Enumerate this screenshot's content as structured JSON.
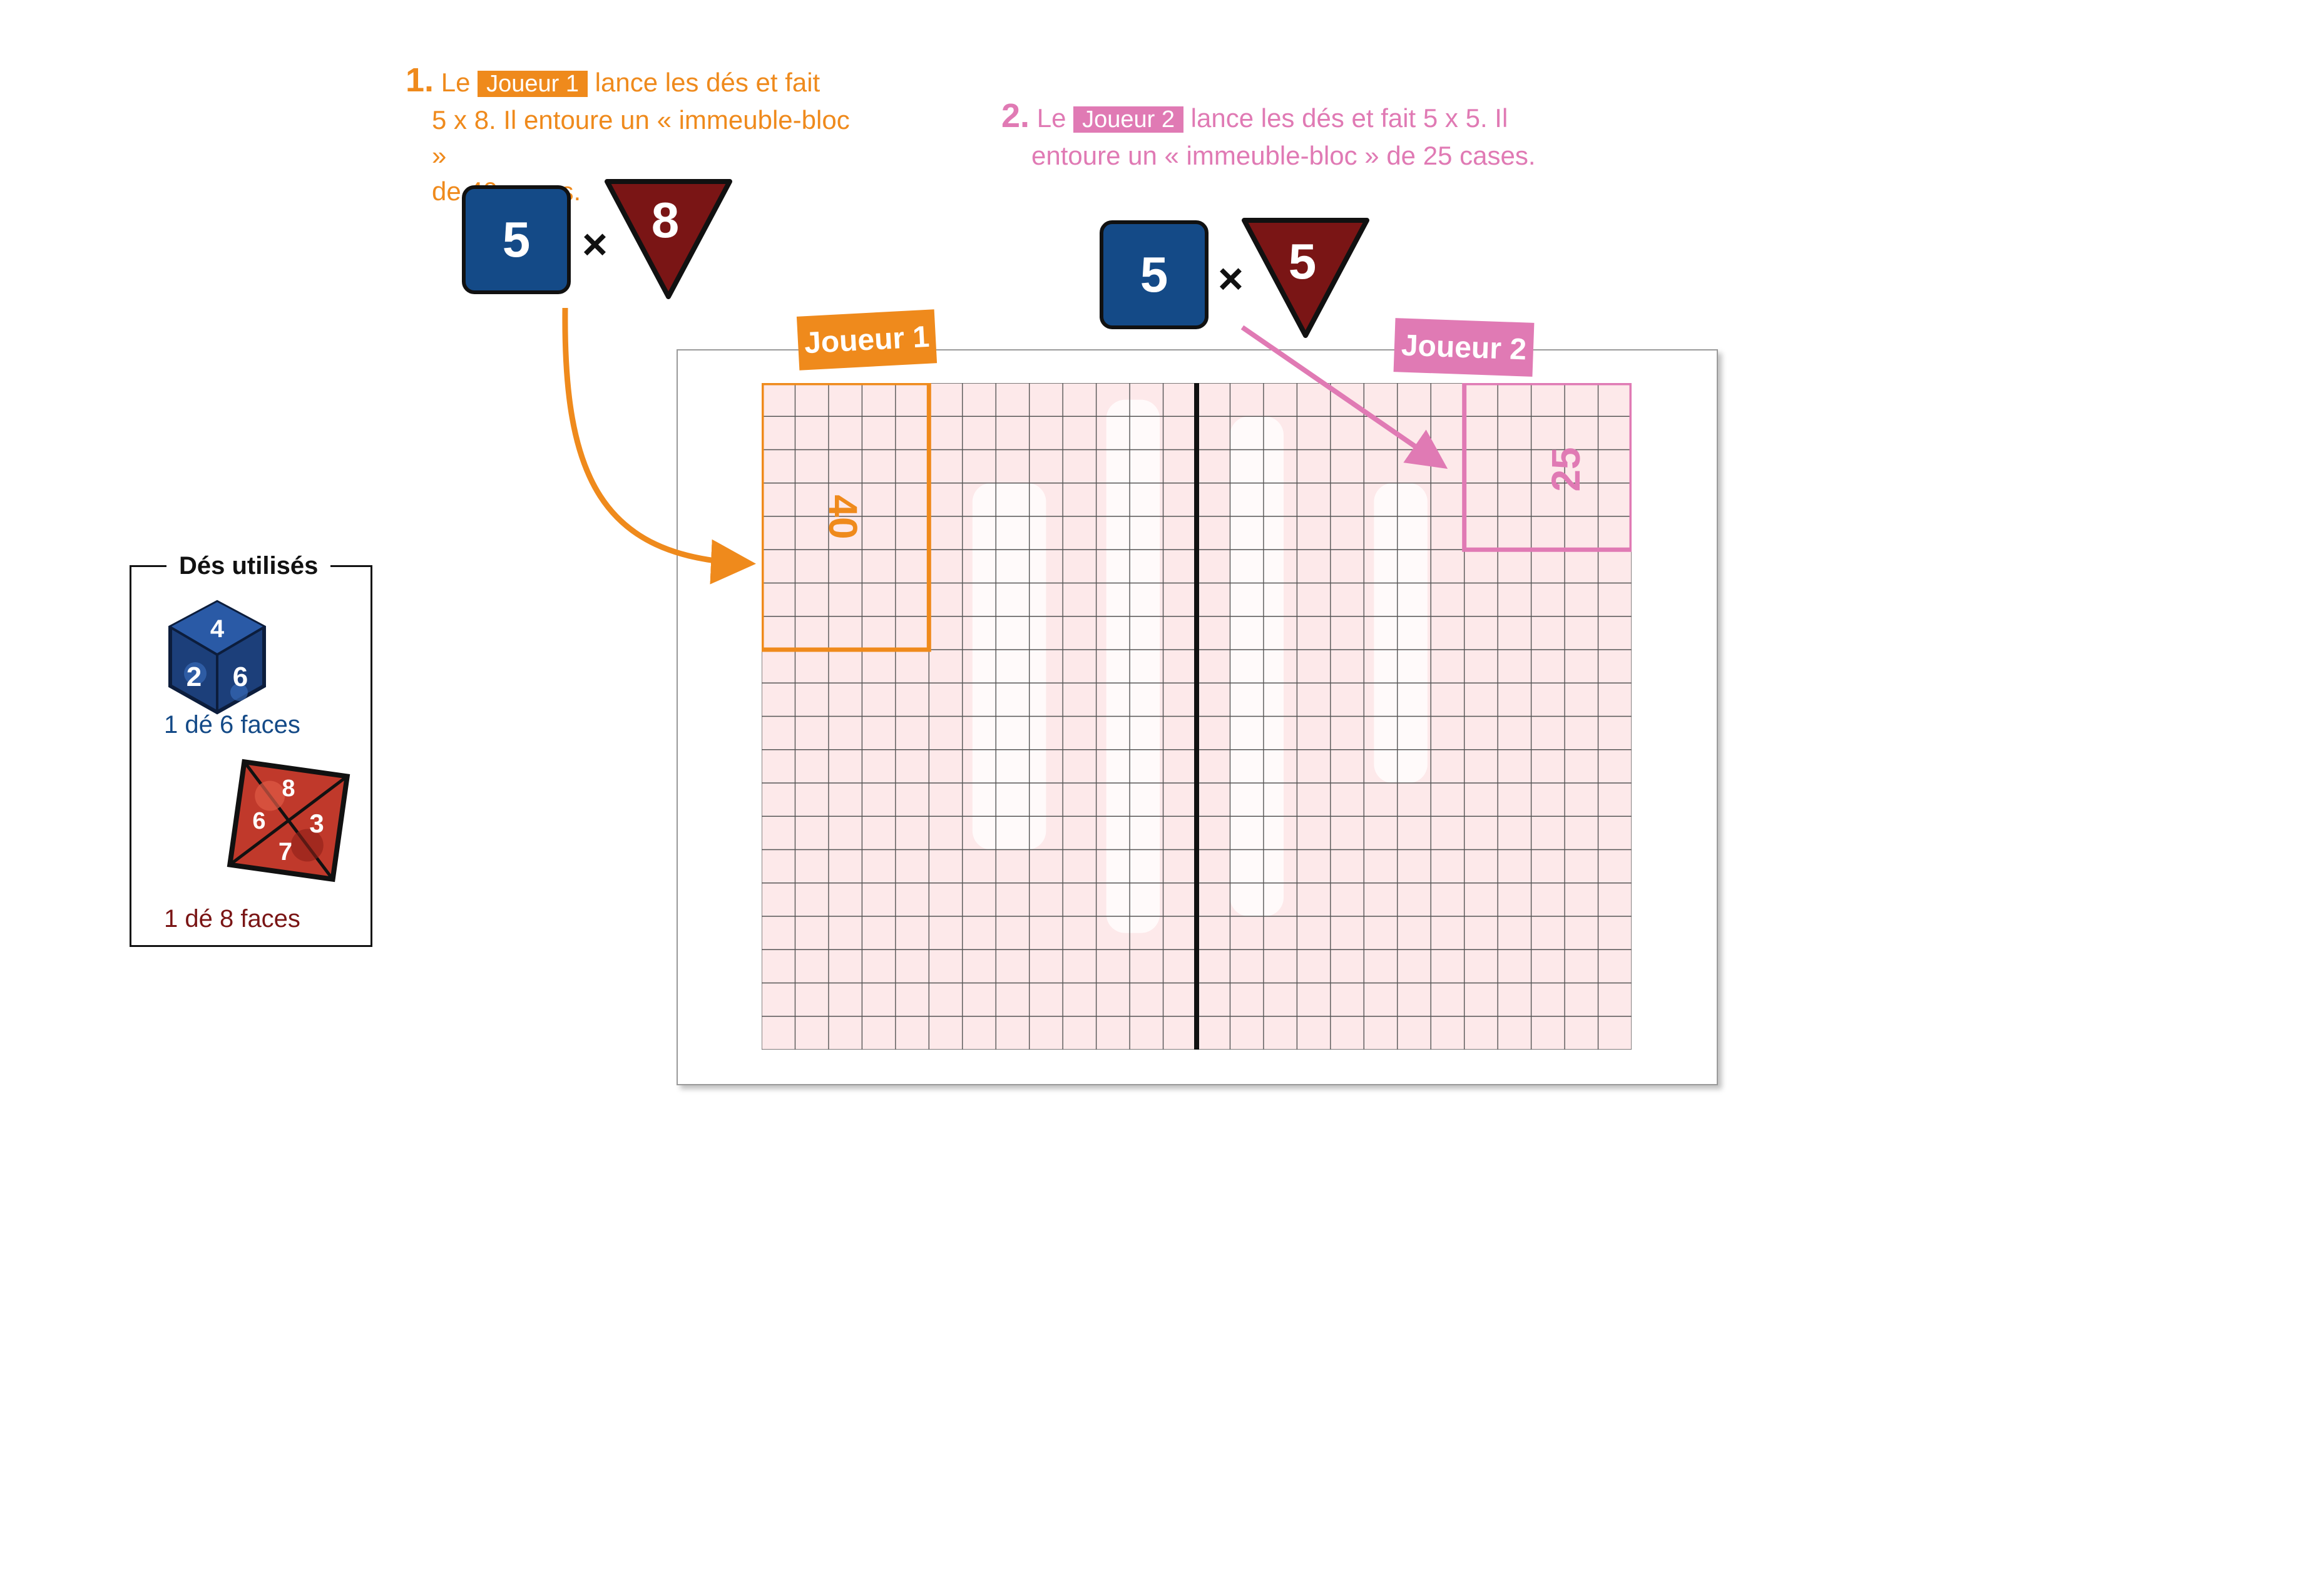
{
  "step1": {
    "number": "1.",
    "pre": "Le",
    "player_tag": "Joueur 1",
    "post": "lance les dés et fait",
    "line2": "5 x 8. Il entoure un « immeuble-bloc »",
    "line3": "de 40 cases.",
    "die_square": "5",
    "times": "×",
    "die_triangle": "8"
  },
  "step2": {
    "number": "2.",
    "pre": "Le",
    "player_tag": "Joueur 2",
    "post": "lance les dés et fait 5 x 5. Il",
    "line2": "entoure un « immeuble-bloc » de 25 cases.",
    "die_square": "5",
    "times": "×",
    "die_triangle": "5"
  },
  "board": {
    "player1_label": "Joueur 1",
    "player2_label": "Joueur 2",
    "block1_value": "40",
    "block2_value": "25",
    "columns": 26,
    "rows": 20,
    "block1_cols": 5,
    "block1_rows": 8,
    "block2_cols": 5,
    "block2_rows": 5
  },
  "legend": {
    "title": "Dés utilisés",
    "d6_label": "1 dé 6 faces",
    "d8_label": "1 dé 8 faces",
    "d6_faces": [
      "4",
      "2",
      "6"
    ],
    "d8_faces": [
      "8",
      "6",
      "3",
      "7"
    ]
  },
  "colors": {
    "player1": "#ef8a1c",
    "player2": "#e07ab4",
    "die_blue": "#144a87",
    "die_red": "#7a1515",
    "grid_fill": "#fde9ea"
  }
}
